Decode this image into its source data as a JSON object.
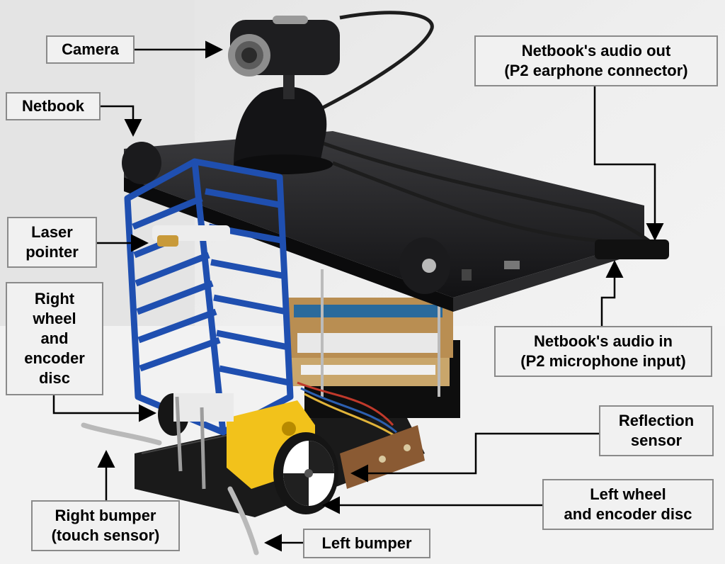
{
  "labels": {
    "camera": "Camera",
    "netbook": "Netbook",
    "laser_pointer": [
      "Laser",
      "pointer"
    ],
    "right_wheel": [
      "Right",
      "wheel",
      "and",
      "encoder",
      "disc"
    ],
    "audio_out": [
      "Netbook's audio out",
      "(P2 earphone connector)"
    ],
    "audio_in": [
      "Netbook's audio in",
      "(P2 microphone input)"
    ],
    "reflection_sensor": [
      "Reflection",
      "sensor"
    ],
    "left_wheel": [
      "Left wheel",
      "and encoder disc"
    ],
    "right_bumper": [
      "Right bumper",
      "(touch sensor)"
    ],
    "left_bumper": "Left bumper"
  },
  "colors": {
    "frame_blue": "#1f4fb0",
    "motor_yellow": "#f2c21b",
    "netbook_black": "#1c1c1e",
    "board_tan": "#c9a66b",
    "pcb_red": "#8a2e1e"
  }
}
